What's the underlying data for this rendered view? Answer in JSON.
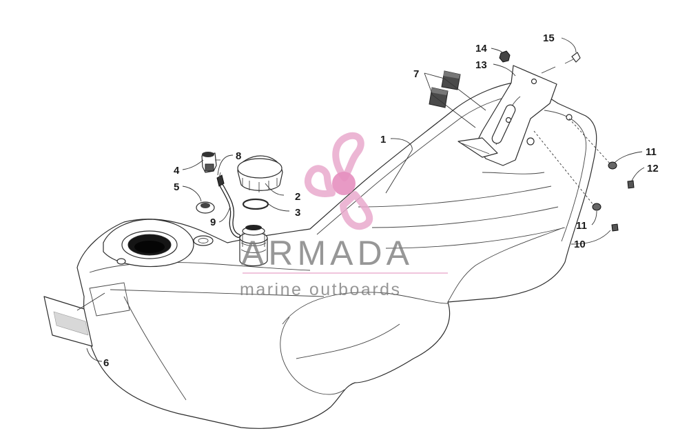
{
  "watermark": {
    "brand": "ARMADA",
    "tagline": "marine outboards",
    "colors": {
      "logo_pink": "#e9a9cc",
      "logo_core": "#e58fbf",
      "text_gray": "#7a7a7a"
    }
  },
  "callouts": [
    {
      "id": "c1",
      "text": "1"
    },
    {
      "id": "c2",
      "text": "2"
    },
    {
      "id": "c3",
      "text": "3"
    },
    {
      "id": "c4",
      "text": "4"
    },
    {
      "id": "c5",
      "text": "5"
    },
    {
      "id": "c6",
      "text": "6"
    },
    {
      "id": "c7",
      "text": "7"
    },
    {
      "id": "c8",
      "text": "8"
    },
    {
      "id": "c9",
      "text": "9"
    },
    {
      "id": "c10",
      "text": "10"
    },
    {
      "id": "c11a",
      "text": "11"
    },
    {
      "id": "c11b",
      "text": "11"
    },
    {
      "id": "c12",
      "text": "12"
    },
    {
      "id": "c13",
      "text": "13"
    },
    {
      "id": "c14",
      "text": "14"
    },
    {
      "id": "c15",
      "text": "15"
    }
  ]
}
